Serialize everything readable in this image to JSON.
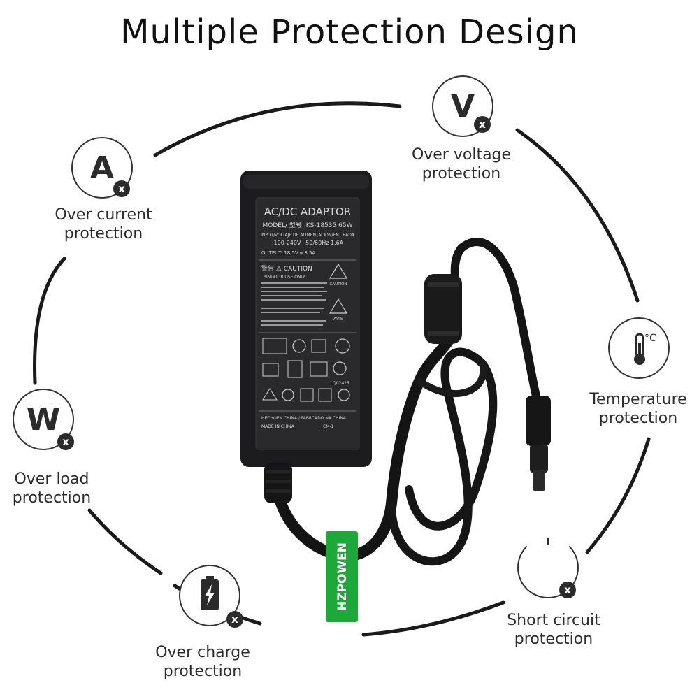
{
  "title": "Multiple Protection Design",
  "features": [
    {
      "id": "over-voltage",
      "symbol": "V",
      "badge": "x",
      "line1": "Over voltage",
      "line2": "protection",
      "icon": "voltage-icon"
    },
    {
      "id": "over-current",
      "symbol": "A",
      "badge": "x",
      "line1": "Over current",
      "line2": "protection",
      "icon": "current-icon"
    },
    {
      "id": "temperature",
      "symbol": "",
      "badge": "",
      "line1": "Temperature",
      "line2": "protection",
      "icon": "thermometer-icon"
    },
    {
      "id": "over-load",
      "symbol": "W",
      "badge": "x",
      "line1": "Over load",
      "line2": "protection",
      "icon": "wattage-icon"
    },
    {
      "id": "short-circuit",
      "symbol": "",
      "badge": "x",
      "line1": "Short circuit",
      "line2": "protection",
      "icon": "power-icon"
    },
    {
      "id": "over-charge",
      "symbol": "",
      "badge": "x",
      "line1": "Over charge",
      "line2": "protection",
      "icon": "battery-icon"
    }
  ],
  "temperature_unit": "°C",
  "adapter": {
    "heading": "AC/DC ADAPTOR",
    "model": "MODEL/ 型号: KS-18535 65W",
    "input_label": "INPUT/VOLTAJE DE ALIMENTACION/ENT RADA",
    "input": ":100-240V~50/60Hz 1.6A",
    "output": "OUTPUT: 18.5V ═ 3.5A",
    "caution": "警告 ⚠ CAUTION",
    "indoor": "*INDOOR USE ONLY",
    "origin": "HECHOEN CHINA / FABRCADO NA CHINA",
    "made_in": "MADE IN CHINA",
    "code": "CM-1",
    "q_code": "Q02425",
    "tag_brand": "HZPOWEN",
    "caution_side": "CAUTION",
    "avis": "AVIS"
  },
  "colors": {
    "adapter_body": "#1c1c1e",
    "label_plate": "#2a2a2c",
    "tag_green": "#1fa83a",
    "ring": "#1a1a1a"
  }
}
